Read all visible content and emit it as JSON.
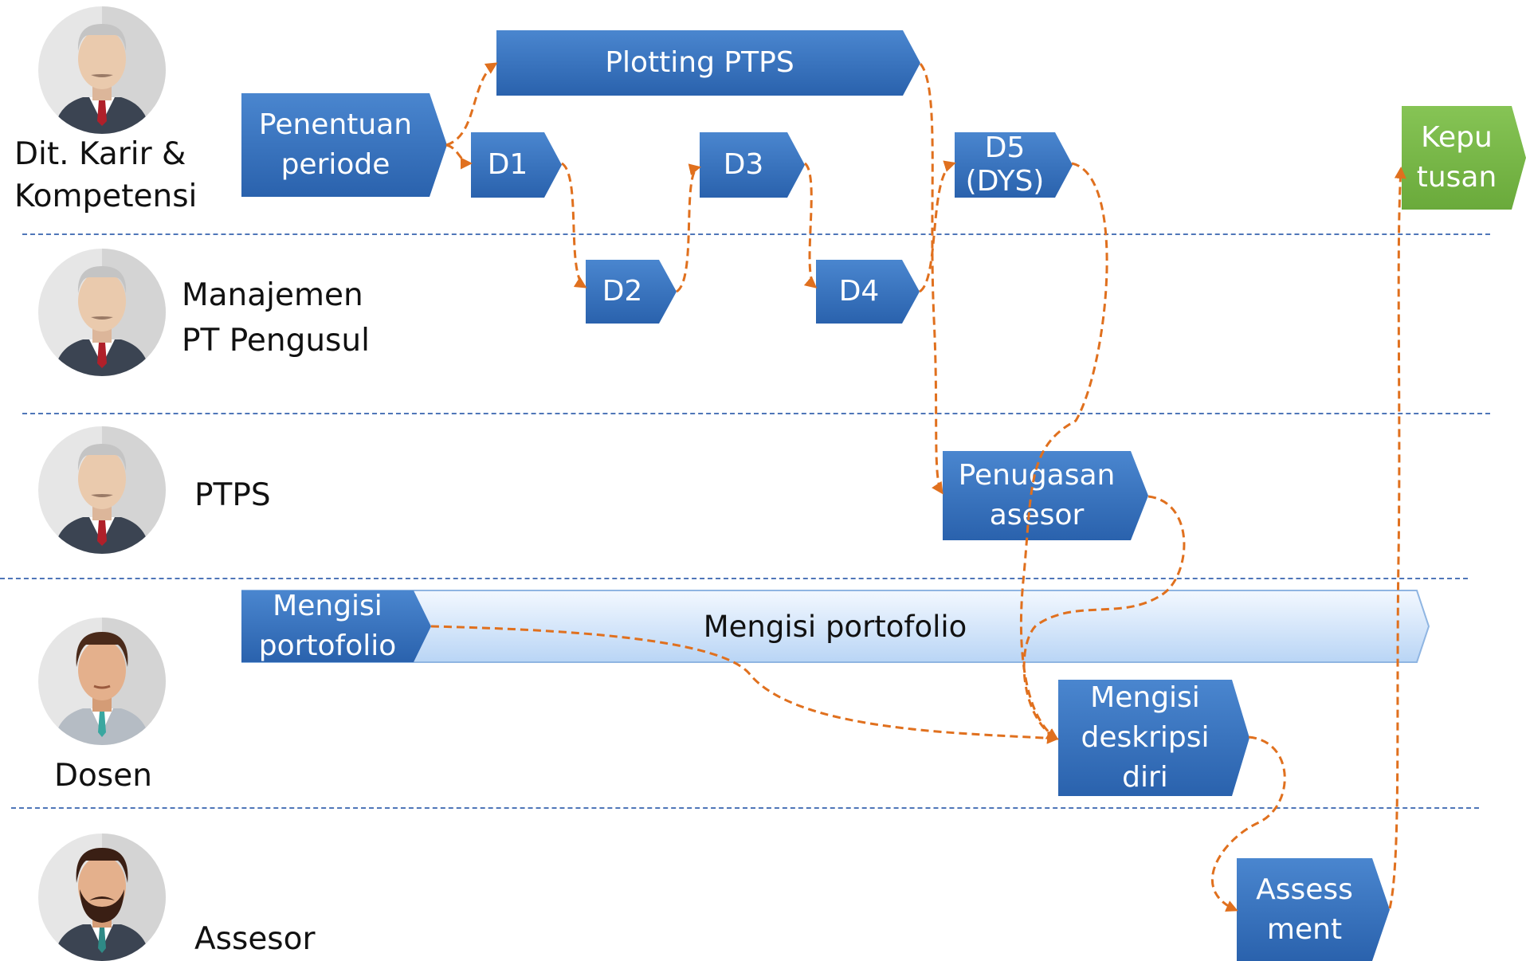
{
  "lanes": [
    {
      "id": "ditkarir",
      "actor_lines": [
        "Dit. Karir &",
        "Kompetensi"
      ],
      "avatar": "elderly-man-icon"
    },
    {
      "id": "manajemen",
      "actor_lines": [
        "Manajemen",
        "PT Pengusul"
      ],
      "avatar": "elderly-man-icon"
    },
    {
      "id": "ptps",
      "actor_lines": [
        "PTPS"
      ],
      "avatar": "elderly-man-icon"
    },
    {
      "id": "dosen",
      "actor_lines": [
        "Dosen"
      ],
      "avatar": "young-man-icon"
    },
    {
      "id": "assesor",
      "actor_lines": [
        "Assesor"
      ],
      "avatar": "bearded-man-icon"
    }
  ],
  "steps": {
    "plotting": "Plotting PTPS",
    "penentuan": [
      "Penentuan",
      "periode"
    ],
    "d1": "D1",
    "d2": "D2",
    "d3": "D3",
    "d4": "D4",
    "d5": [
      "D5",
      "(DYS)"
    ],
    "keputusan": [
      "Kepu",
      "tusan"
    ],
    "penugasan": [
      "Penugasan",
      "asesor"
    ],
    "mengisi_portofolio_start": [
      "Mengisi",
      "portofolio"
    ],
    "mengisi_portofolio_bar": "Mengisi portofolio",
    "deskripsi": [
      "Mengisi",
      "deskripsi",
      "diri"
    ],
    "assessment": [
      "Assess",
      "ment"
    ]
  },
  "colors": {
    "step_blue": "#2f6db5",
    "step_green": "#7ab648",
    "connector_orange": "#e0701e",
    "lane_divider": "#4f76b8",
    "bar_light_blue": "#cfe2f8"
  }
}
